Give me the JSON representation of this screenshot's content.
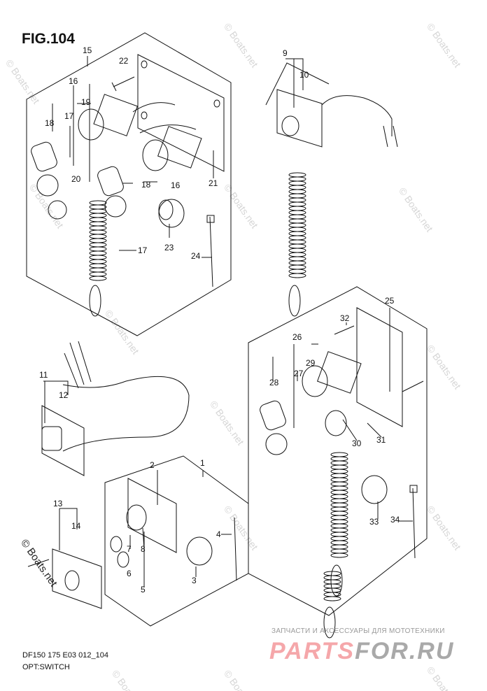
{
  "figure_title": "FIG.104",
  "caption": {
    "model": "DF150 175 E03 012_104",
    "name": "OPT:SWITCH"
  },
  "watermark": "© Boats.net",
  "partsfor": {
    "tagline": "ЗАПЧАСТИ И АКСЕССУАРЫ ДЛЯ МОТОТЕХНИКИ",
    "logo_a": "PARTS",
    "logo_b": "FOR.RU"
  },
  "callouts": [
    "15",
    "22",
    "16",
    "19",
    "17",
    "18",
    "20",
    "18",
    "16",
    "21",
    "23",
    "24",
    "17",
    "9",
    "10",
    "25",
    "32",
    "26",
    "29",
    "27",
    "28",
    "30",
    "31",
    "33",
    "34",
    "11",
    "12",
    "2",
    "1",
    "4",
    "7",
    "8",
    "6",
    "3",
    "5",
    "13",
    "14"
  ]
}
